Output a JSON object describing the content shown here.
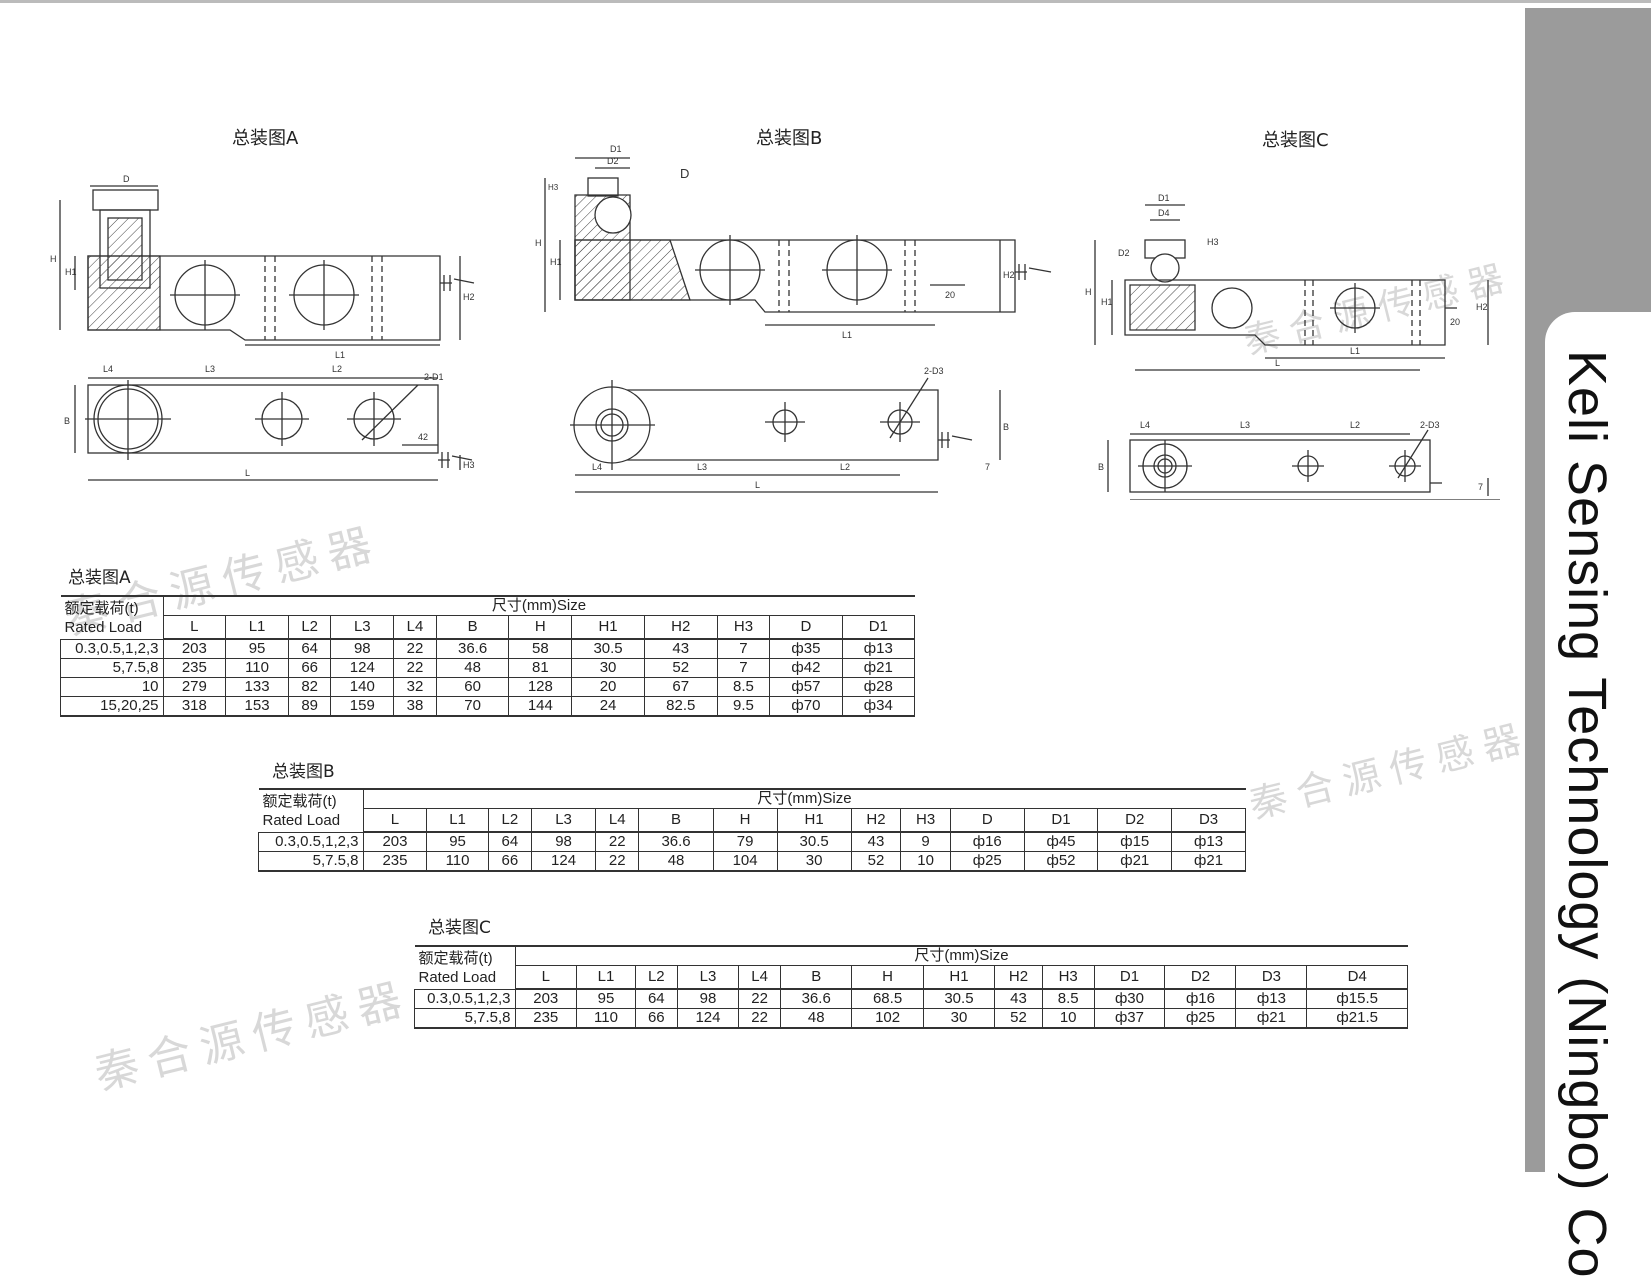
{
  "company": "Keli Sensing Technology (Ningbo) Co",
  "watermark": "秦合源传感器",
  "drawings": {
    "a": {
      "title": "总装图A",
      "labels": {
        "d": "D",
        "h": "H",
        "h1": "H1",
        "h2": "H2",
        "l1": "L1",
        "l4": "L4",
        "l3": "L3",
        "l2": "L2",
        "d1": "2-D1",
        "b": "B",
        "w": "42",
        "l": "L",
        "h3": "H3"
      }
    },
    "b": {
      "title": "总装图B",
      "labels": {
        "d1": "D1",
        "d2": "D2",
        "h3": "H3",
        "d": "D",
        "h": "H",
        "h1": "H1",
        "h2": "H2",
        "w": "20",
        "l1": "L1",
        "d3": "2-D3",
        "b": "B",
        "s": "7",
        "l4": "L4",
        "l3": "L3",
        "l2": "L2",
        "l": "L"
      }
    },
    "c": {
      "title": "总装图C",
      "labels": {
        "d1": "D1",
        "d4": "D4",
        "h3": "H3",
        "d2": "D2",
        "h": "H",
        "h1": "H1",
        "h2": "H2",
        "w": "20",
        "l1": "L1",
        "l": "L",
        "l4": "L4",
        "l3": "L3",
        "l2": "L2",
        "d3": "2-D3",
        "b": "B",
        "s": "7"
      }
    }
  },
  "tables": {
    "a": {
      "title": "总装图A",
      "load_label_cn": "额定载荷(t)",
      "load_label_en": "Rated Load",
      "size_label": "尺寸(mm)Size",
      "columns": [
        "L",
        "L1",
        "L2",
        "L3",
        "L4",
        "B",
        "H",
        "H1",
        "H2",
        "H3",
        "D",
        "D1"
      ],
      "rows": [
        {
          "load": "0.3,0.5,1,2,3",
          "values": [
            "203",
            "95",
            "64",
            "98",
            "22",
            "36.6",
            "58",
            "30.5",
            "43",
            "7",
            "ф35",
            "ф13"
          ]
        },
        {
          "load": "5,7.5,8",
          "values": [
            "235",
            "110",
            "66",
            "124",
            "22",
            "48",
            "81",
            "30",
            "52",
            "7",
            "ф42",
            "ф21"
          ]
        },
        {
          "load": "10",
          "values": [
            "279",
            "133",
            "82",
            "140",
            "32",
            "60",
            "128",
            "20",
            "67",
            "8.5",
            "ф57",
            "ф28"
          ]
        },
        {
          "load": "15,20,25",
          "values": [
            "318",
            "153",
            "89",
            "159",
            "38",
            "70",
            "144",
            "24",
            "82.5",
            "9.5",
            "ф70",
            "ф34"
          ]
        }
      ]
    },
    "b": {
      "title": "总装图B",
      "load_label_cn": "额定载荷(t)",
      "load_label_en": "Rated Load",
      "size_label": "尺寸(mm)Size",
      "columns": [
        "L",
        "L1",
        "L2",
        "L3",
        "L4",
        "B",
        "H",
        "H1",
        "H2",
        "H3",
        "D",
        "D1",
        "D2",
        "D3"
      ],
      "rows": [
        {
          "load": "0.3,0.5,1,2,3",
          "values": [
            "203",
            "95",
            "64",
            "98",
            "22",
            "36.6",
            "79",
            "30.5",
            "43",
            "9",
            "ф16",
            "ф45",
            "ф15",
            "ф13"
          ]
        },
        {
          "load": "5,7.5,8",
          "values": [
            "235",
            "110",
            "66",
            "124",
            "22",
            "48",
            "104",
            "30",
            "52",
            "10",
            "ф25",
            "ф52",
            "ф21",
            "ф21"
          ]
        }
      ]
    },
    "c": {
      "title": "总装图C",
      "load_label_cn": "额定载荷(t)",
      "load_label_en": "Rated Load",
      "size_label": "尺寸(mm)Size",
      "columns": [
        "L",
        "L1",
        "L2",
        "L3",
        "L4",
        "B",
        "H",
        "H1",
        "H2",
        "H3",
        "D1",
        "D2",
        "D3",
        "D4"
      ],
      "rows": [
        {
          "load": "0.3,0.5,1,2,3",
          "values": [
            "203",
            "95",
            "64",
            "98",
            "22",
            "36.6",
            "68.5",
            "30.5",
            "43",
            "8.5",
            "ф30",
            "ф16",
            "ф13",
            "ф15.5"
          ]
        },
        {
          "load": "5,7.5,8",
          "values": [
            "235",
            "110",
            "66",
            "124",
            "22",
            "48",
            "102",
            "30",
            "52",
            "10",
            "ф37",
            "ф25",
            "ф21",
            "ф21.5"
          ]
        }
      ]
    }
  }
}
